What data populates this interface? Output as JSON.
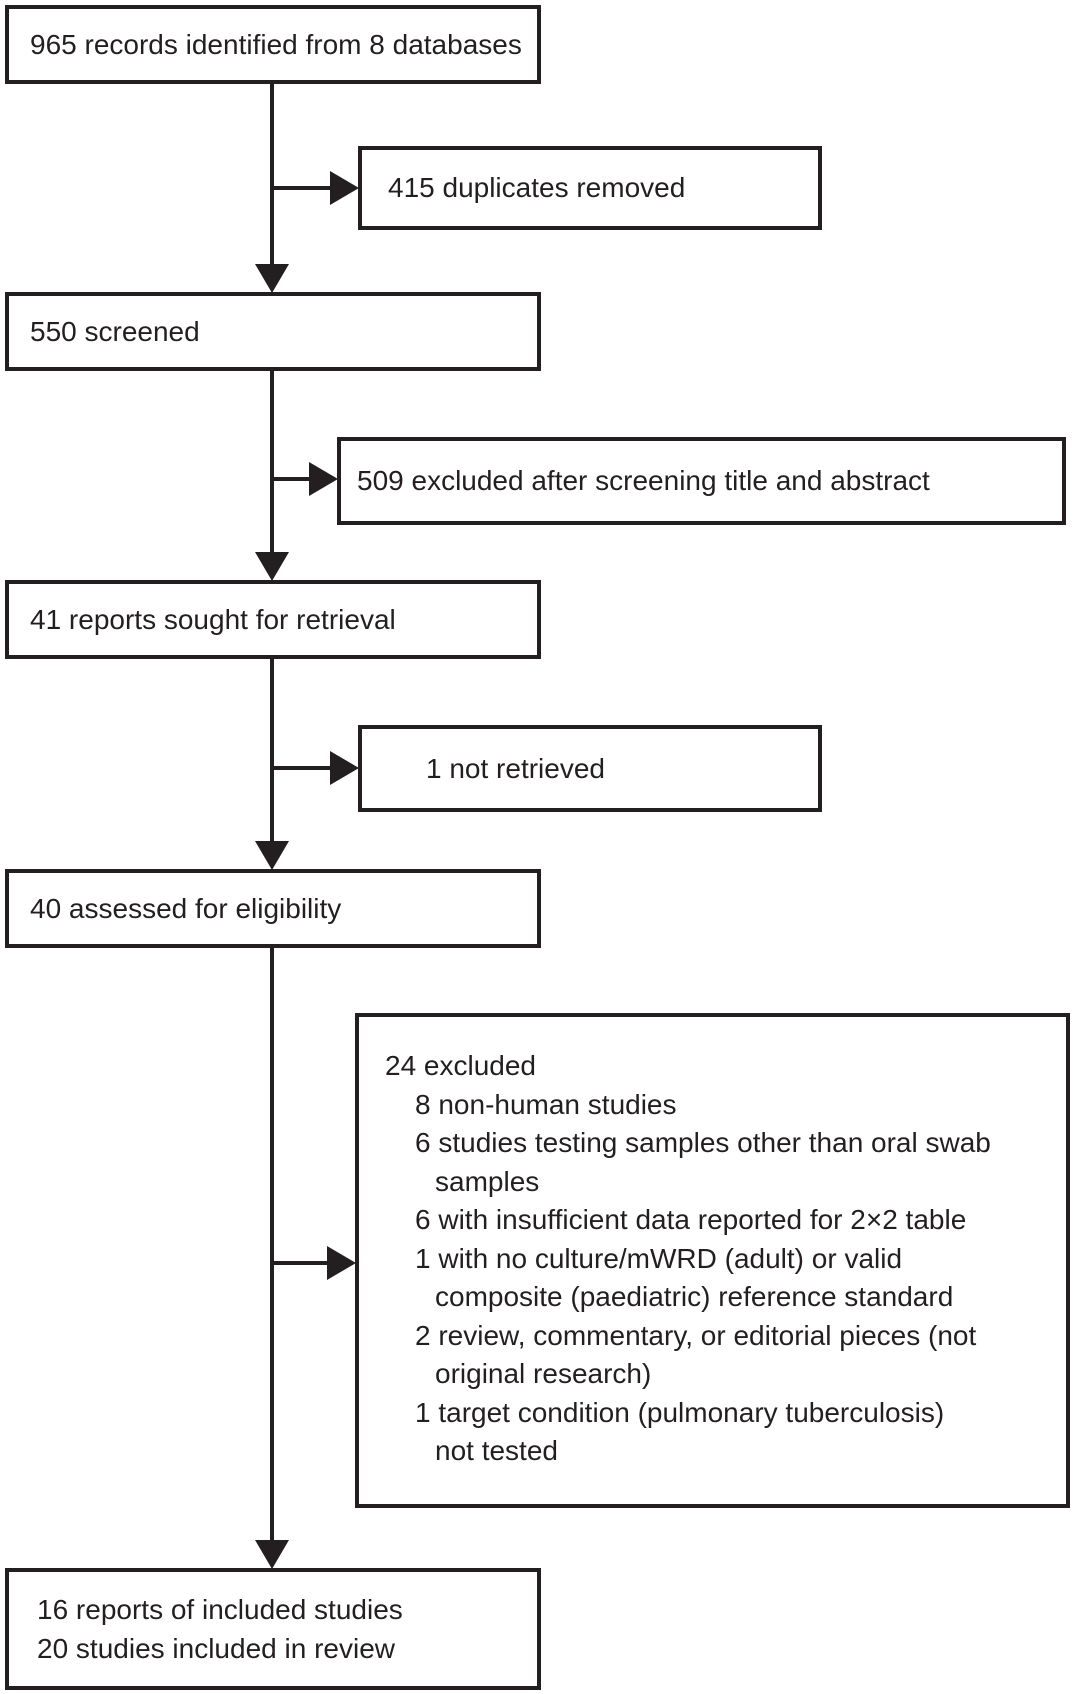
{
  "figure": {
    "type": "prisma-flow-diagram",
    "colors": {
      "line": "#231f20",
      "text": "#231f20",
      "background": "#ffffff"
    },
    "boxes": {
      "identified": {
        "label": "965 records identified from 8 databases"
      },
      "duplicates_removed": {
        "label": "415 duplicates removed"
      },
      "screened": {
        "label": "550 screened"
      },
      "excluded_after_screening": {
        "label": "509 excluded after screening title and abstract"
      },
      "sought_for_retrieval": {
        "label": "41 reports sought for retrieval"
      },
      "not_retrieved": {
        "label": "1 not retrieved"
      },
      "assessed_for_eligibility": {
        "label": "40 assessed for eligibility"
      },
      "excluded_detail": {
        "header": "24 excluded",
        "items": [
          "8 non-human studies",
          "6 studies testing samples other than oral swab samples",
          "6 with insufficient data reported for 2×2 table",
          "1 with no culture/mWRD (adult) or valid composite (paediatric) reference standard",
          "2 review, commentary, or editorial pieces (not original research)",
          "1 target condition (pulmonary tuberculosis) not tested"
        ],
        "lines": [
          {
            "text": "24 excluded"
          },
          {
            "text": "8 non-human studies"
          },
          {
            "text": "6 studies testing samples other than oral swab"
          },
          {
            "text": "samples"
          },
          {
            "text": "6 with insufficient data reported for 2×2 table"
          },
          {
            "text": "1 with no culture/mWRD (adult) or valid"
          },
          {
            "text": "composite (paediatric) reference standard"
          },
          {
            "text": "2 review, commentary, or editorial pieces (not"
          },
          {
            "text": "original research)"
          },
          {
            "text": "1 target condition (pulmonary tuberculosis)"
          },
          {
            "text": "not tested"
          }
        ]
      },
      "included": {
        "line1": "16 reports of included studies",
        "line2": "20 studies included in review"
      }
    }
  }
}
